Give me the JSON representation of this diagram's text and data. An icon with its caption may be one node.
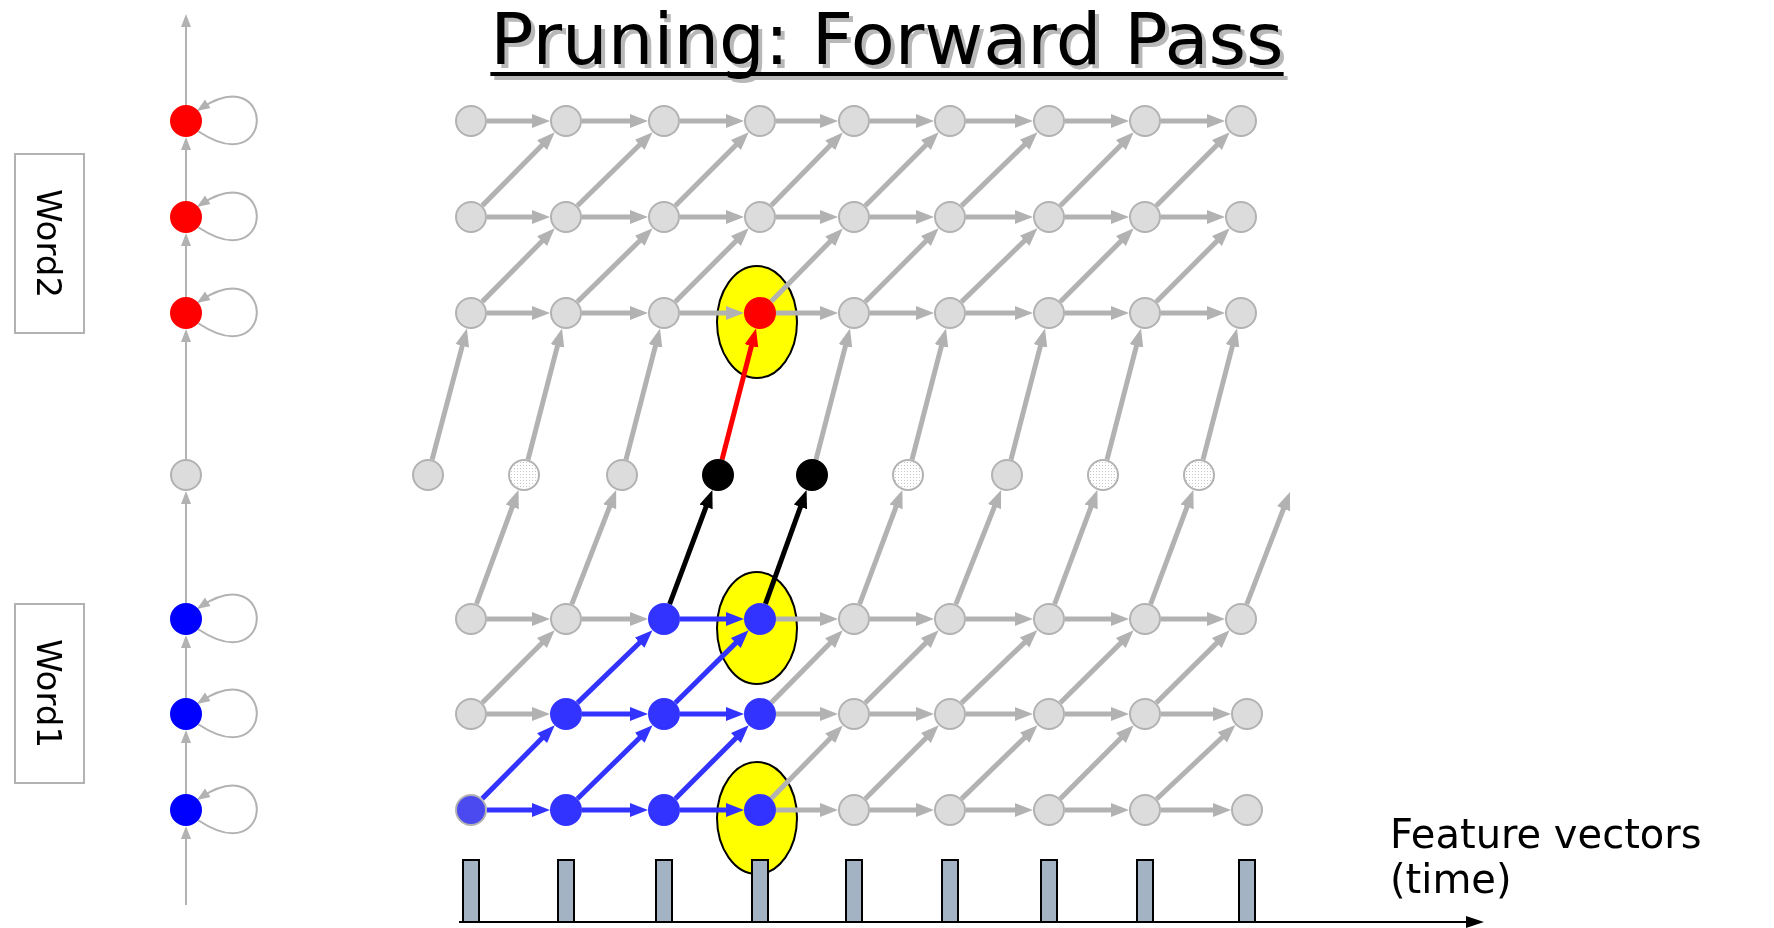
{
  "diagram": {
    "title": "Pruning: Forward Pass",
    "nodes": [
      {
        "text": [
          "Word2"
        ]
      },
      {
        "text": [
          "Word1"
        ]
      },
      {
        "text": [],
        "shape": "circle"
      },
      {
        "text": [],
        "shape": "circle"
      },
      {
        "text": [],
        "shape": "circle"
      },
      {
        "text": [],
        "shape": "circle"
      },
      {
        "text": [],
        "shape": "circle"
      },
      {
        "text": [],
        "shape": "circle"
      },
      {
        "text": [],
        "shape": "circle"
      },
      {
        "text": [],
        "shape": "circle"
      },
      {
        "text": [],
        "shape": "circle"
      },
      {
        "text": [],
        "shape": "circle"
      },
      {
        "text": [],
        "shape": "circle"
      },
      {
        "text": [],
        "shape": "circle"
      },
      {
        "text": [],
        "shape": "circle"
      },
      {
        "text": [],
        "shape": "circle"
      },
      {
        "text": [],
        "shape": "circle"
      },
      {
        "text": [],
        "shape": "circle"
      },
      {
        "text": [],
        "shape": "circle"
      },
      {
        "text": [],
        "shape": "circle"
      },
      {
        "text": [],
        "shape": "circle"
      },
      {
        "text": [],
        "shape": "circle"
      },
      {
        "text": [],
        "shape": "circle"
      },
      {
        "text": [],
        "shape": "circle"
      },
      {
        "text": [],
        "shape": "circle"
      },
      {
        "text": [],
        "shape": "circle"
      },
      {
        "text": [],
        "shape": "circle"
      },
      {
        "text": [],
        "shape": "circle"
      },
      {
        "text": [],
        "shape": "circle"
      },
      {
        "text": [],
        "shape": "circle"
      },
      {
        "text": [],
        "shape": "circle"
      },
      {
        "text": [],
        "shape": "circle"
      },
      {
        "text": [],
        "shape": "circle"
      },
      {
        "text": [],
        "shape": "circle"
      },
      {
        "text": [],
        "shape": "circle"
      },
      {
        "text": [],
        "shape": "circle"
      },
      {
        "text": [],
        "shape": "circle"
      },
      {
        "text": [],
        "shape": "circle"
      },
      {
        "text": [],
        "shape": "circle"
      },
      {
        "text": [],
        "shape": "circle"
      },
      {
        "text": [],
        "shape": "circle"
      },
      {
        "text": [],
        "shape": "circle"
      },
      {
        "text": [],
        "shape": "circle"
      },
      {
        "text": [],
        "shape": "circle"
      },
      {
        "text": [],
        "shape": "circle"
      },
      {
        "text": [],
        "shape": "circle"
      },
      {
        "text": [],
        "shape": "circle"
      },
      {
        "text": [],
        "shape": "circle"
      },
      {
        "text": [],
        "shape": "circle"
      },
      {
        "text": [],
        "shape": "circle"
      },
      {
        "text": [],
        "shape": "circle"
      },
      {
        "text": [],
        "shape": "circle"
      },
      {
        "text": [],
        "shape": "circle"
      },
      {
        "text": [],
        "shape": "circle"
      },
      {
        "text": [],
        "shape": "circle"
      },
      {
        "text": [],
        "shape": "circle"
      },
      {
        "text": [],
        "shape": "circle"
      },
      {
        "text": [],
        "shape": "circle"
      },
      {
        "text": [],
        "shape": "circle"
      },
      {
        "text": [],
        "shape": "circle"
      },
      {
        "text": [],
        "shape": "circle"
      },
      {
        "text": [],
        "shape": "circle"
      },
      {
        "text": [],
        "shape": "circle"
      },
      {
        "text": [],
        "shape": "circle"
      },
      {
        "text": [],
        "shape": "circle"
      },
      {
        "text": [],
        "shape": "circle"
      },
      {
        "text": [],
        "shape": "circle"
      },
      {
        "text": [],
        "shape": "circle"
      },
      {
        "text": [],
        "shape": "circle"
      },
      {
        "text": [],
        "shape": "circle"
      },
      {
        "text": [],
        "shape": "circle"
      },
      {
        "text": [],
        "shape": "circle"
      }
    ],
    "edges": [
      {
        "from": null,
        "to": 8,
        "arrow": "to"
      },
      {
        "from": 8,
        "to": 7,
        "arrow": "to"
      },
      {
        "from": 7,
        "to": 6,
        "arrow": "to"
      },
      {
        "from": 6,
        "to": 5,
        "arrow": "to"
      },
      {
        "from": 5,
        "to": 4,
        "arrow": "to"
      },
      {
        "from": 4,
        "to": 3,
        "arrow": "to"
      },
      {
        "from": 3,
        "to": 2,
        "arrow": "to"
      },
      {
        "from": 2,
        "to": null,
        "arrow": "to"
      },
      {
        "from": 2,
        "to": 2,
        "arrow": "to"
      },
      {
        "from": 3,
        "to": 3,
        "arrow": "to"
      },
      {
        "from": 4,
        "to": 4,
        "arrow": "to"
      },
      {
        "from": 6,
        "to": 6,
        "arrow": "to"
      },
      {
        "from": 7,
        "to": 7,
        "arrow": "to"
      },
      {
        "from": 8,
        "to": 8,
        "arrow": "to"
      },
      {
        "from": 9,
        "to": 10,
        "arrow": "to"
      },
      {
        "from": 10,
        "to": 11,
        "arrow": "to"
      },
      {
        "from": 11,
        "to": 12,
        "arrow": "to"
      },
      {
        "from": 12,
        "to": 13,
        "arrow": "to"
      },
      {
        "from": 13,
        "to": 14,
        "arrow": "to"
      },
      {
        "from": 14,
        "to": 15,
        "arrow": "to"
      },
      {
        "from": 15,
        "to": 16,
        "arrow": "to"
      },
      {
        "from": 16,
        "to": 17,
        "arrow": "to"
      },
      {
        "from": 18,
        "to": 19,
        "arrow": "to"
      },
      {
        "from": 19,
        "to": 20,
        "arrow": "to"
      },
      {
        "from": 20,
        "to": 21,
        "arrow": "to"
      },
      {
        "from": 21,
        "to": 22,
        "arrow": "to"
      },
      {
        "from": 22,
        "to": 23,
        "arrow": "to"
      },
      {
        "from": 23,
        "to": 24,
        "arrow": "to"
      },
      {
        "from": 24,
        "to": 25,
        "arrow": "to"
      },
      {
        "from": 25,
        "to": 26,
        "arrow": "to"
      },
      {
        "from": 27,
        "to": 28,
        "arrow": "to"
      },
      {
        "from": 28,
        "to": 29,
        "arrow": "to"
      },
      {
        "from": 29,
        "to": 30,
        "arrow": "to"
      },
      {
        "from": 30,
        "to": 31,
        "arrow": "to"
      },
      {
        "from": 31,
        "to": 32,
        "arrow": "to"
      },
      {
        "from": 32,
        "to": 33,
        "arrow": "to"
      },
      {
        "from": 33,
        "to": 34,
        "arrow": "to"
      },
      {
        "from": 34,
        "to": 35,
        "arrow": "to"
      },
      {
        "from": 18,
        "to": 10,
        "arrow": "to"
      },
      {
        "from": 19,
        "to": 11,
        "arrow": "to"
      },
      {
        "from": 20,
        "to": 12,
        "arrow": "to"
      },
      {
        "from": 21,
        "to": 13,
        "arrow": "to"
      },
      {
        "from": 22,
        "to": 14,
        "arrow": "to"
      },
      {
        "from": 23,
        "to": 15,
        "arrow": "to"
      },
      {
        "from": 24,
        "to": 16,
        "arrow": "to"
      },
      {
        "from": 25,
        "to": 17,
        "arrow": "to"
      },
      {
        "from": 27,
        "to": 19,
        "arrow": "to"
      },
      {
        "from": 28,
        "to": 20,
        "arrow": "to"
      },
      {
        "from": 29,
        "to": 21,
        "arrow": "to"
      },
      {
        "from": 30,
        "to": 22,
        "arrow": "to"
      },
      {
        "from": 31,
        "to": 23,
        "arrow": "to"
      },
      {
        "from": 32,
        "to": 24,
        "arrow": "to"
      },
      {
        "from": 33,
        "to": 25,
        "arrow": "to"
      },
      {
        "from": 34,
        "to": 26,
        "arrow": "to"
      },
      {
        "from": 36,
        "to": 27,
        "arrow": "to"
      },
      {
        "from": 37,
        "to": 28,
        "arrow": "to"
      },
      {
        "from": 38,
        "to": 29,
        "arrow": "to"
      },
      {
        "from": 39,
        "to": 30,
        "arrow": "to",
        "color": "#ff0000"
      },
      {
        "from": 40,
        "to": 31,
        "arrow": "to"
      },
      {
        "from": 41,
        "to": 32,
        "arrow": "to"
      },
      {
        "from": 42,
        "to": 33,
        "arrow": "to"
      },
      {
        "from": 43,
        "to": 34,
        "arrow": "to"
      },
      {
        "from": 44,
        "to": 35,
        "arrow": "to"
      },
      {
        "from": 45,
        "to": 37,
        "arrow": "to"
      },
      {
        "from": 46,
        "to": 38,
        "arrow": "to"
      },
      {
        "from": 47,
        "to": 39,
        "arrow": "to",
        "color": "#000000"
      },
      {
        "from": 48,
        "to": 40,
        "arrow": "to",
        "color": "#000000"
      },
      {
        "from": 49,
        "to": 41,
        "arrow": "to"
      },
      {
        "from": 50,
        "to": 42,
        "arrow": "to"
      },
      {
        "from": 51,
        "to": 43,
        "arrow": "to"
      },
      {
        "from": 52,
        "to": 44,
        "arrow": "to"
      },
      {
        "from": 53,
        "to": null,
        "arrow": "to"
      },
      {
        "from": 45,
        "to": 46,
        "arrow": "to"
      },
      {
        "from": 46,
        "to": 47,
        "arrow": "to"
      },
      {
        "from": 47,
        "to": 48,
        "arrow": "to",
        "color": "#3333ff"
      },
      {
        "from": 48,
        "to": 49,
        "arrow": "to"
      },
      {
        "from": 49,
        "to": 50,
        "arrow": "to"
      },
      {
        "from": 50,
        "to": 51,
        "arrow": "to"
      },
      {
        "from": 51,
        "to": 52,
        "arrow": "to"
      },
      {
        "from": 52,
        "to": 53,
        "arrow": "to"
      },
      {
        "from": 54,
        "to": 55,
        "arrow": "to"
      },
      {
        "from": 55,
        "to": 56,
        "arrow": "to",
        "color": "#3333ff"
      },
      {
        "from": 56,
        "to": 57,
        "arrow": "to",
        "color": "#3333ff"
      },
      {
        "from": 57,
        "to": 58,
        "arrow": "to"
      },
      {
        "from": 58,
        "to": 59,
        "arrow": "to"
      },
      {
        "from": 59,
        "to": 60,
        "arrow": "to"
      },
      {
        "from": 60,
        "to": 61,
        "arrow": "to"
      },
      {
        "from": 61,
        "to": 62,
        "arrow": "to"
      },
      {
        "from": 63,
        "to": 64,
        "arrow": "to",
        "color": "#3333ff"
      },
      {
        "from": 64,
        "to": 65,
        "arrow": "to",
        "color": "#3333ff"
      },
      {
        "from": 65,
        "to": 66,
        "arrow": "to",
        "color": "#3333ff"
      },
      {
        "from": 66,
        "to": 67,
        "arrow": "to"
      },
      {
        "from": 67,
        "to": 68,
        "arrow": "to"
      },
      {
        "from": 68,
        "to": 69,
        "arrow": "to"
      },
      {
        "from": 69,
        "to": 70,
        "arrow": "to"
      },
      {
        "from": 70,
        "to": 71,
        "arrow": "to"
      },
      {
        "from": 54,
        "to": 46,
        "arrow": "to"
      },
      {
        "from": 55,
        "to": 47,
        "arrow": "to",
        "color": "#3333ff"
      },
      {
        "from": 56,
        "to": 48,
        "arrow": "to",
        "color": "#3333ff"
      },
      {
        "from": 57,
        "to": 49,
        "arrow": "to"
      },
      {
        "from": 58,
        "to": 50,
        "arrow": "to"
      },
      {
        "from": 59,
        "to": 51,
        "arrow": "to"
      },
      {
        "from": 60,
        "to": 52,
        "arrow": "to"
      },
      {
        "from": 61,
        "to": 53,
        "arrow": "to"
      },
      {
        "from": 63,
        "to": 55,
        "arrow": "to",
        "color": "#3333ff"
      },
      {
        "from": 64,
        "to": 56,
        "arrow": "to",
        "color": "#3333ff"
      },
      {
        "from": 65,
        "to": 57,
        "arrow": "to",
        "color": "#3333ff"
      },
      {
        "from": 66,
        "to": 58,
        "arrow": "to"
      },
      {
        "from": 67,
        "to": 59,
        "arrow": "to"
      },
      {
        "from": 68,
        "to": 60,
        "arrow": "to"
      },
      {
        "from": 69,
        "to": 61,
        "arrow": "to"
      },
      {
        "from": 70,
        "to": 62,
        "arrow": "to"
      }
    ],
    "labels": [
      "Feature vectors (time)"
    ]
  }
}
